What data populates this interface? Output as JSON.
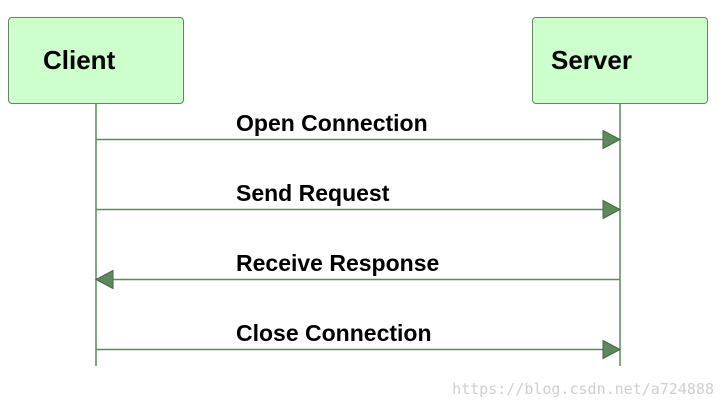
{
  "actors": {
    "client": "Client",
    "server": "Server"
  },
  "messages": [
    {
      "label": "Open Connection",
      "direction": "client-to-server"
    },
    {
      "label": "Send Request",
      "direction": "client-to-server"
    },
    {
      "label": "Receive Response",
      "direction": "server-to-client"
    },
    {
      "label": "Close Connection",
      "direction": "client-to-server"
    }
  ],
  "watermark": "https://blog.csdn.net/a724888",
  "colors": {
    "actor_fill": "#ccffcc",
    "line": "#5c8a5c",
    "arrowhead": "#5c8a5c"
  }
}
